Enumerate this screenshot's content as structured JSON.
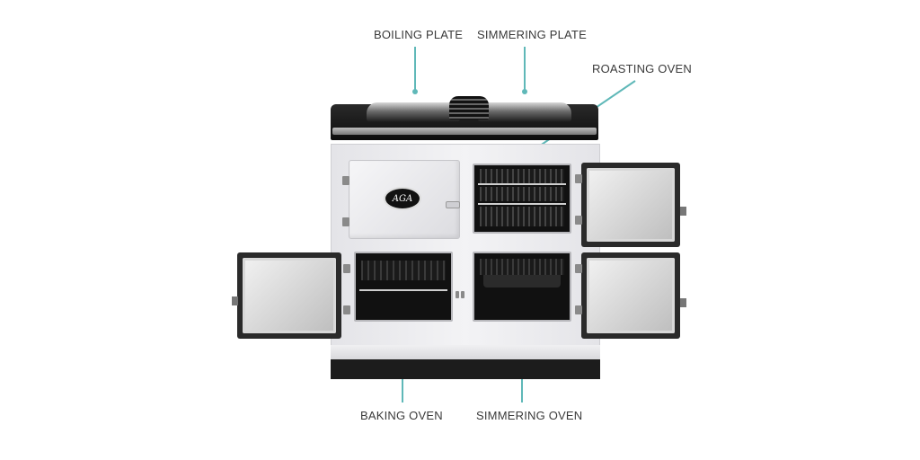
{
  "diagram": {
    "subject": "AGA range cooker",
    "brand_badge": "AGA",
    "accent_color": "#5fb8b8",
    "labels": [
      {
        "id": "boiling-plate",
        "text": "BOILING PLATE"
      },
      {
        "id": "simmering-plate",
        "text": "SIMMERING PLATE"
      },
      {
        "id": "roasting-oven",
        "text": "ROASTING OVEN"
      },
      {
        "id": "baking-oven",
        "text": "BAKING OVEN"
      },
      {
        "id": "simmering-oven",
        "text": "SIMMERING OVEN"
      }
    ]
  }
}
